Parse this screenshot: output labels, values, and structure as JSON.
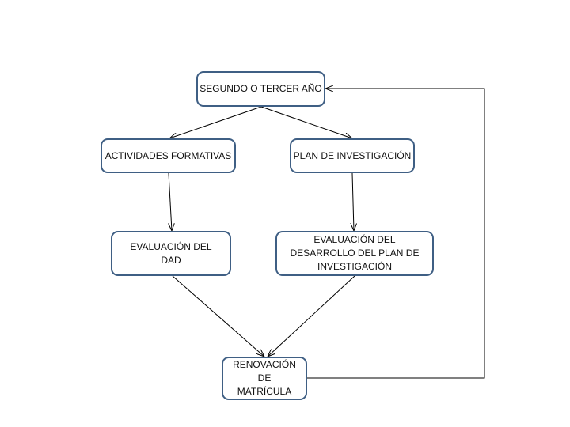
{
  "diagram": {
    "nodes": [
      {
        "id": "segundo",
        "text": "SEGUNDO O TERCER AÑO"
      },
      {
        "id": "actividades",
        "text": "ACTIVIDADES FORMATIVAS"
      },
      {
        "id": "plan",
        "text": "PLAN DE INVESTIGACIÓN"
      },
      {
        "id": "eval_dad",
        "text": "EVALUACIÓN DEL DAD"
      },
      {
        "id": "eval_plan",
        "text": "EVALUACIÓN DEL DESARROLLO DEL PLAN DE INVESTIGACIÓN"
      },
      {
        "id": "renovacion",
        "text": "RENOVACIÓN DE MATRÍCULA"
      }
    ],
    "edges": [
      {
        "from": "segundo",
        "to": "actividades"
      },
      {
        "from": "segundo",
        "to": "plan"
      },
      {
        "from": "actividades",
        "to": "eval_dad"
      },
      {
        "from": "plan",
        "to": "eval_plan"
      },
      {
        "from": "eval_dad",
        "to": "renovacion"
      },
      {
        "from": "eval_plan",
        "to": "renovacion"
      },
      {
        "from": "renovacion",
        "to": "segundo"
      }
    ],
    "colors": {
      "box_border": "#3f5f84",
      "arrow": "#000000",
      "text": "#111111"
    }
  }
}
